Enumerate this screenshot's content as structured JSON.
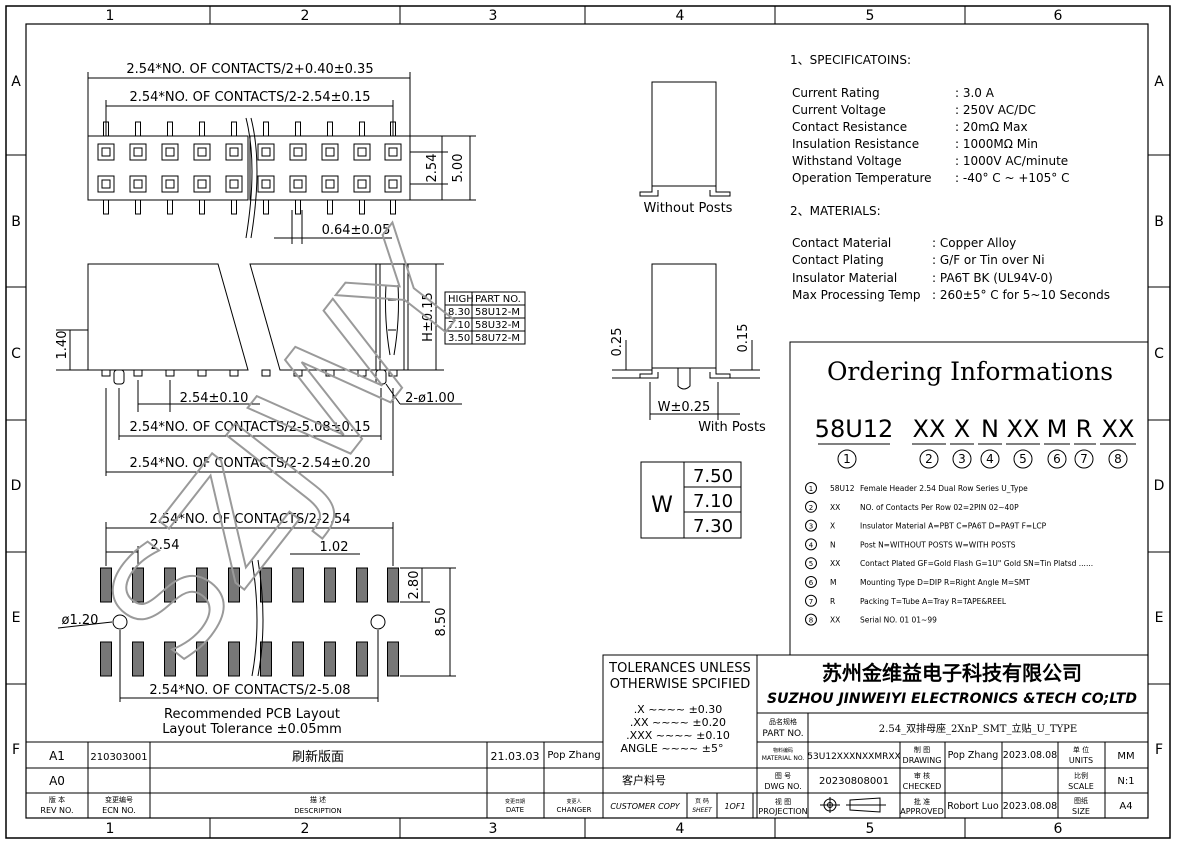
{
  "border": {
    "columns": [
      "1",
      "2",
      "3",
      "4",
      "5",
      "6"
    ],
    "rows": [
      "A",
      "B",
      "C",
      "D",
      "E",
      "F"
    ]
  },
  "top_view": {
    "dim_overall": "2.54*NO. OF CONTACTS/2+0.40±0.35",
    "dim_pitch_span": "2.54*NO. OF CONTACTS/2-2.54±0.15",
    "dim_row_pitch": "2.54",
    "dim_width": "5.00",
    "dim_pin": "0.64±0.05"
  },
  "front_view": {
    "dim_standoff": "1.40",
    "dim_pitch": "2.54±0.10",
    "dim_post": "2-ø1.00",
    "dim_post_span": "2.54*NO. OF CONTACTS/2-5.08±0.15",
    "dim_span": "2.54*NO. OF CONTACTS/2-2.54±0.20",
    "dim_height": "H±0.15",
    "height_table": {
      "headers": [
        "HIGH",
        "PART NO."
      ],
      "rows": [
        [
          "8.30",
          "58U12-M"
        ],
        [
          "7.10",
          "58U32-M"
        ],
        [
          "3.50",
          "58U72-M"
        ]
      ]
    }
  },
  "side_view": {
    "without_posts_label": "Without Posts",
    "with_posts_label": "With Posts",
    "dim_left": "0.25",
    "dim_right": "0.15",
    "dim_width": "W±0.25",
    "w_table": {
      "label": "W",
      "values": [
        "7.50",
        "7.10",
        "7.30"
      ]
    }
  },
  "pcb_layout": {
    "dim_span": "2.54*NO. OF CONTACTS/2-2.54",
    "dim_pitch": "2.54",
    "dim_pad_width": "1.02",
    "dim_pad_length": "2.80",
    "dim_pad_span": "8.50",
    "dim_hole": "ø1.20",
    "dim_hole_span": "2.54*NO. OF CONTACTS/2-5.08",
    "caption_line1": "Recommended PCB Layout",
    "caption_line2": "Layout Tolerance ±0.05mm"
  },
  "specifications": {
    "title": "1、SPECIFICATOINS:",
    "rows": [
      [
        "Current  Rating",
        ": 3.0 A"
      ],
      [
        "Current  Voltage",
        ": 250V AC/DC"
      ],
      [
        "Contact  Resistance",
        ": 20mΩ  Max"
      ],
      [
        "Insulation Resistance",
        ": 1000MΩ Min"
      ],
      [
        "Withstand  Voltage",
        ": 1000V AC/minute"
      ],
      [
        "Operation  Temperature",
        ": -40° C ~ +105° C"
      ]
    ]
  },
  "materials": {
    "title": "2、MATERIALS:",
    "rows": [
      [
        "Contact  Material",
        ": Copper Alloy"
      ],
      [
        "Contact  Plating",
        ": G/F or Tin over Ni"
      ],
      [
        "Insulator Material",
        ": PA6T  BK (UL94V-0)"
      ],
      [
        "Max Processing Temp",
        ": 260±5° C for 5~10 Seconds"
      ]
    ]
  },
  "ordering": {
    "title": "Ordering Informations",
    "code_parts": [
      "58U12",
      "XX",
      "X",
      "N",
      "XX",
      "M",
      "R",
      "XX"
    ],
    "code_numbers": [
      "1",
      "2",
      "3",
      "4",
      "5",
      "6",
      "7",
      "8"
    ],
    "rows": [
      {
        "num": "1",
        "code": "58U12",
        "desc": "Female Header 2.54  Dual Row Series  U_Type"
      },
      {
        "num": "2",
        "code": "XX",
        "desc": "NO. of Contacts Per Row     02=2PIN   02~40P"
      },
      {
        "num": "3",
        "code": "X",
        "desc": "Insulator Material    A=PBT  C=PA6T  D=PA9T  F=LCP"
      },
      {
        "num": "4",
        "code": "N",
        "desc": "Post            N=WITHOUT POSTS       W=WITH POSTS"
      },
      {
        "num": "5",
        "code": "XX",
        "desc": "Contact Plated   GF=Gold Flash  G=1U\" Gold   SN=Tin Platsd ......"
      },
      {
        "num": "6",
        "code": "M",
        "desc": "Mounting Type       D=DIP   R=Right Angle  M=SMT"
      },
      {
        "num": "7",
        "code": "R",
        "desc": "Packing             T=Tube  A=Tray  R=TAPE&REEL"
      },
      {
        "num": "8",
        "code": "XX",
        "desc": "Serial NO.          01    01~99"
      }
    ]
  },
  "tolerances": {
    "title1": "TOLERANCES  UNLESS",
    "title2": "OTHERWISE  SPCIFIED",
    "rows": [
      ".X  ~~~~  ±0.30",
      ".XX  ~~~~  ±0.20",
      ".XXX  ~~~~  ±0.10",
      "ANGLE  ~~~~  ±5°"
    ]
  },
  "title_block": {
    "company_cn": "苏州金维益电子科技有限公司",
    "company_en": "SUZHOU JINWEIYI ELECTRONICS &TECH CO;LTD",
    "part_name_label_cn": "品名规格",
    "part_name_label_en": "PART  NO.",
    "part_name": "2.54_双排母座_2XnP_SMT_立贴_U_TYPE",
    "material_no_label_cn": "物料编码",
    "material_no_label_en": "MATERIAL NO.",
    "material_no": "53U12XXXNXXMRXX",
    "drawing_label_cn": "制 图",
    "drawing_label_en": "DRAWING",
    "drawn_by": "Pop  Zhang",
    "drawn_date": "2023.08.08",
    "units_label_cn": "单 位",
    "units_label_en": "UNITS",
    "units": "MM",
    "customer_part_label": "客户料号",
    "dwg_no_label_cn": "图 号",
    "dwg_no_label_en": "DWG  NO.",
    "dwg_no": "20230808001",
    "checked_label_cn": "审 核",
    "checked_label_en": "CHECKED",
    "scale_label_cn": "比例",
    "scale_label_en": "SCALE",
    "scale": "N:1",
    "customer_copy": "CUSTOMER  COPY",
    "sheet_label_cn": "页 码",
    "sheet_label_en": "SHEET",
    "sheet": "1OF1",
    "projection_label_cn": "视 图",
    "projection_label_en": "PROJECTION",
    "approved_label_cn": "批 准",
    "approved_label_en": "APPROVED",
    "approved_by": "Robort  Luo",
    "approved_date": "2023.08.08",
    "size_label_cn": "图纸",
    "size_label_en": "SIZE",
    "size": "A4"
  },
  "revisions": {
    "rows": [
      {
        "rev": "A1",
        "ecn": "210303001",
        "desc": "刷新版面",
        "date": "21.03.03",
        "changer": "Pop  Zhang"
      },
      {
        "rev": "A0",
        "ecn": "",
        "desc": "",
        "date": "",
        "changer": ""
      }
    ],
    "header": {
      "rev_cn": "版  本",
      "rev_en": "REV  NO.",
      "ecn_cn": "变更编号",
      "ecn_en": "ECN  NO.",
      "desc_cn": "描  述",
      "desc_en": "DESCRIPTION",
      "date_cn": "变更日期",
      "date_en": "DATE",
      "changer_cn": "变更人",
      "changer_en": "CHANGER"
    }
  },
  "watermark": "SZJWY"
}
